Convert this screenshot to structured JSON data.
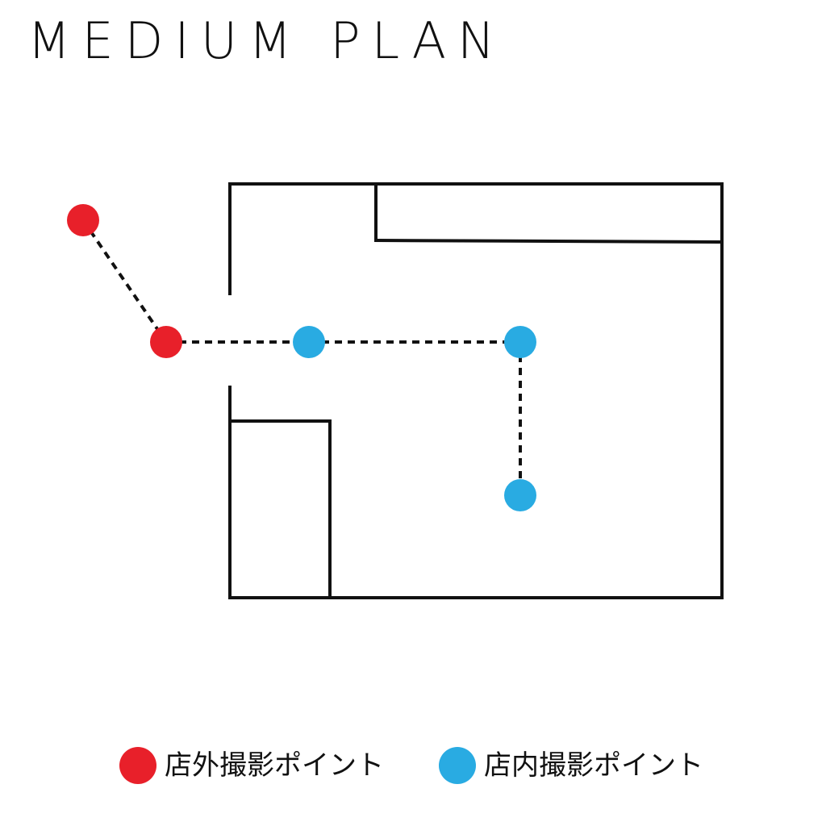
{
  "title": "MEDIUM PLAN",
  "colors": {
    "outside_point": "#e8202a",
    "inside_point": "#29abe2",
    "wall": "#111111"
  },
  "legend": {
    "outside_label": "店外撮影ポイント",
    "inside_label": "店内撮影ポイント"
  },
  "points": [
    {
      "id": "outside-1",
      "kind": "outside"
    },
    {
      "id": "outside-2",
      "kind": "outside"
    },
    {
      "id": "inside-1",
      "kind": "inside"
    },
    {
      "id": "inside-2",
      "kind": "inside"
    },
    {
      "id": "inside-3",
      "kind": "inside"
    }
  ]
}
